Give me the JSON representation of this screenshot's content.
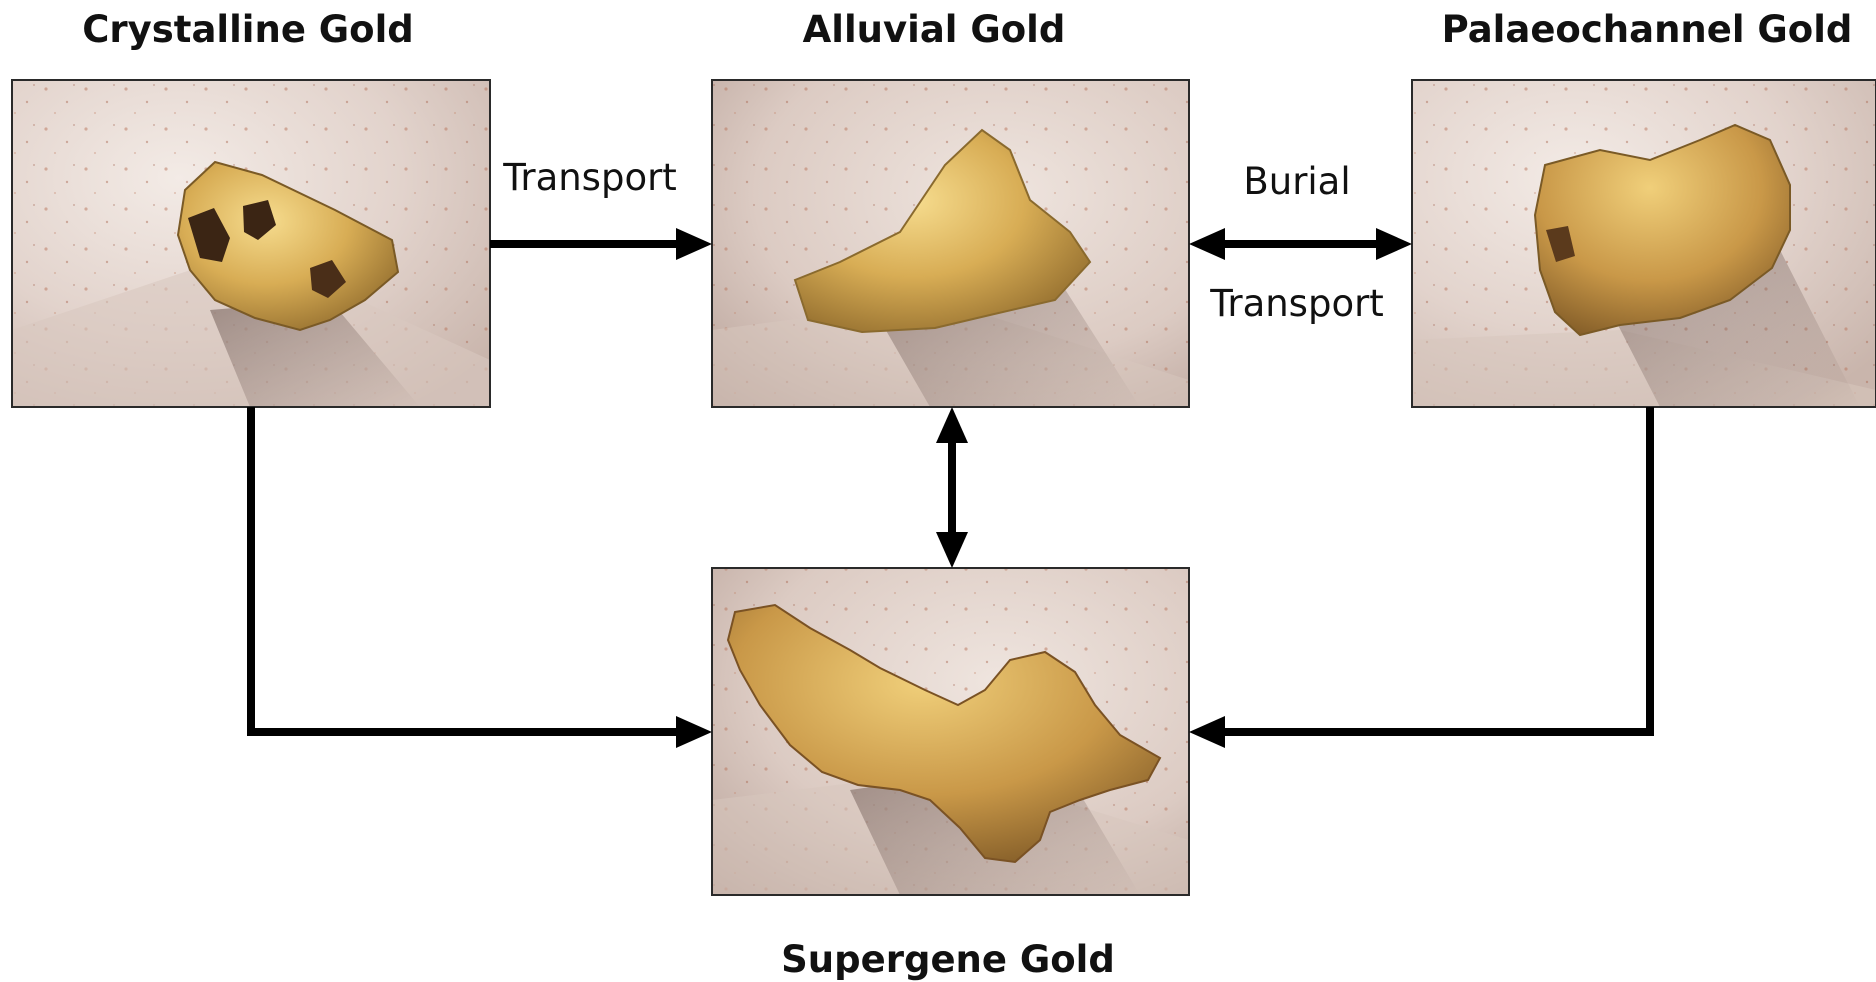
{
  "nodes": {
    "crystalline": {
      "title": "Crystalline Gold"
    },
    "alluvial": {
      "title": "Alluvial Gold"
    },
    "palaeochannel": {
      "title": "Palaeochannel Gold"
    },
    "supergene": {
      "title": "Supergene Gold"
    }
  },
  "edges": {
    "crystalline_to_alluvial": {
      "label": "Transport"
    },
    "alluvial_palaeochannel_upper": {
      "label": "Burial"
    },
    "alluvial_palaeochannel_lower": {
      "label": "Transport"
    }
  },
  "colors": {
    "arrow": "#000000",
    "background_marble": "#e8dcd6",
    "nugget_gold": "#d9b45a"
  }
}
